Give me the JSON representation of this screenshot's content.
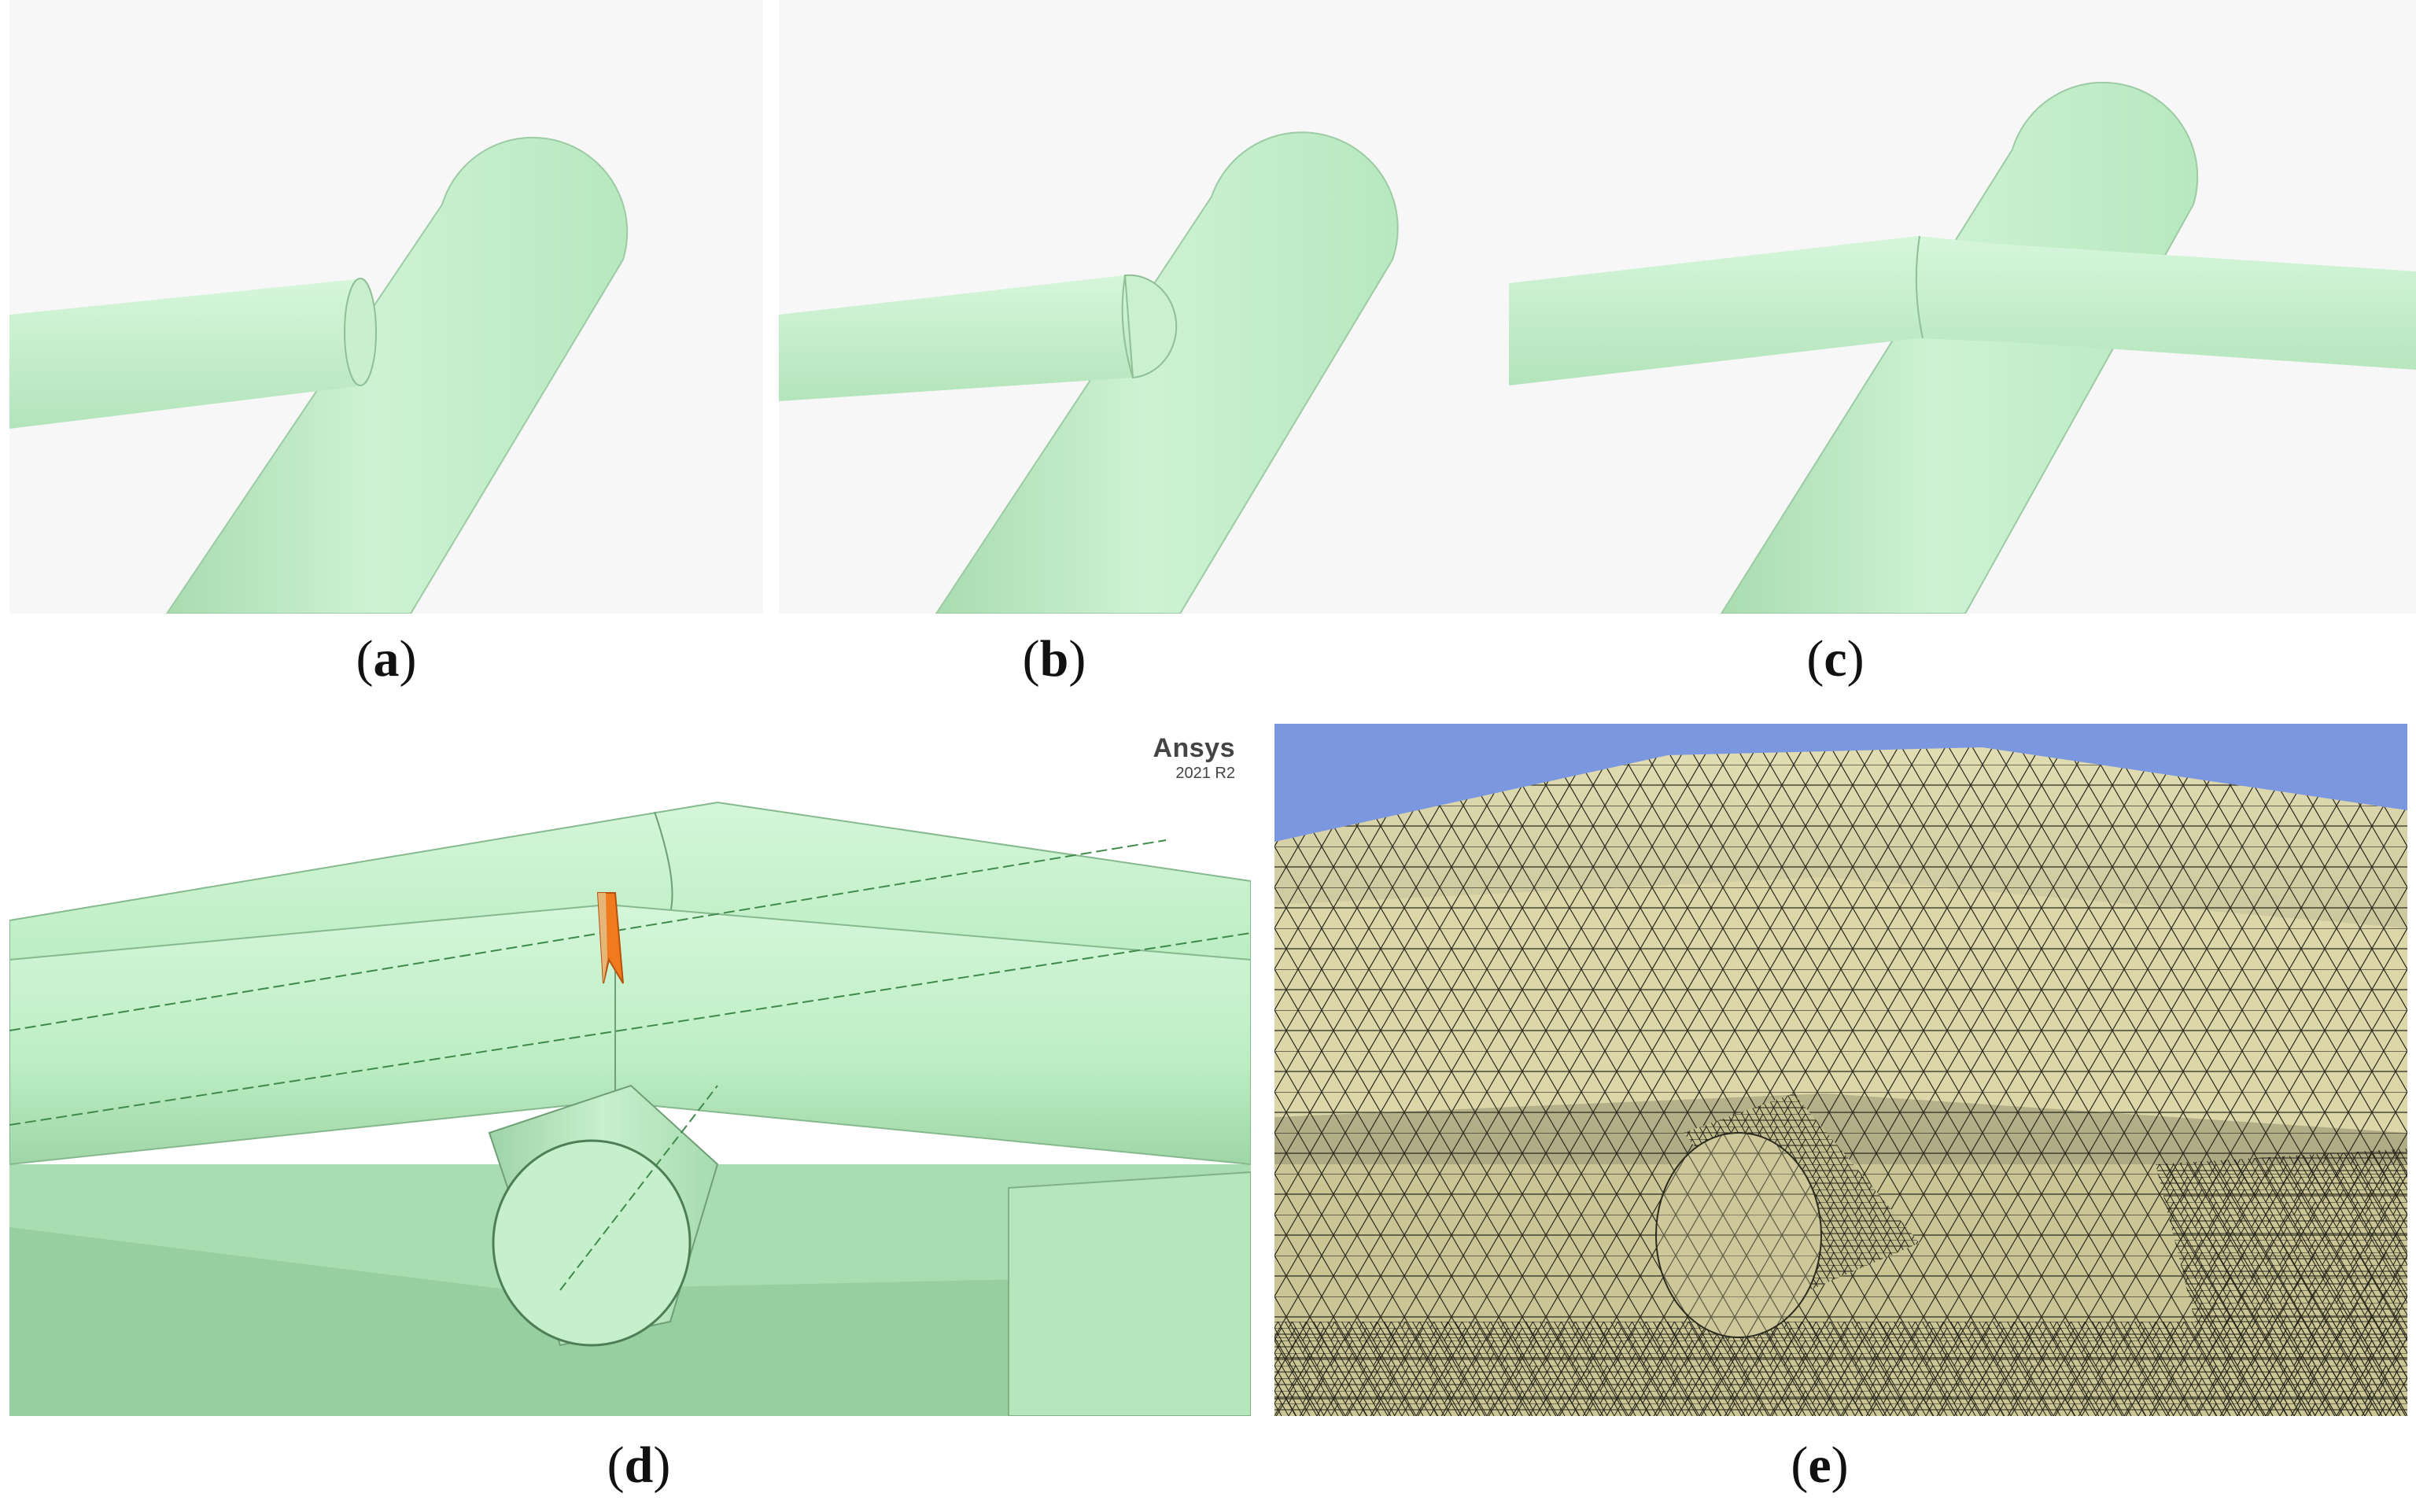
{
  "panels": {
    "a": {
      "open": "(",
      "letter": "a",
      "close": ")"
    },
    "b": {
      "open": "(",
      "letter": "b",
      "close": ")"
    },
    "c": {
      "open": "(",
      "letter": "c",
      "close": ")"
    },
    "d": {
      "open": "(",
      "letter": "d",
      "close": ")",
      "logo": {
        "name": "Ansys",
        "version": "2021 R2"
      }
    },
    "e": {
      "open": "(",
      "letter": "e",
      "close": ")"
    }
  },
  "colors": {
    "strut_light": "#d2f5d6",
    "strut_mid": "#bdeec4",
    "strut_dark": "#93cc9c",
    "highlight": "#f07a1e",
    "mesh_fill": "#d9d4a6",
    "mesh_sky": "#7b97e0"
  }
}
